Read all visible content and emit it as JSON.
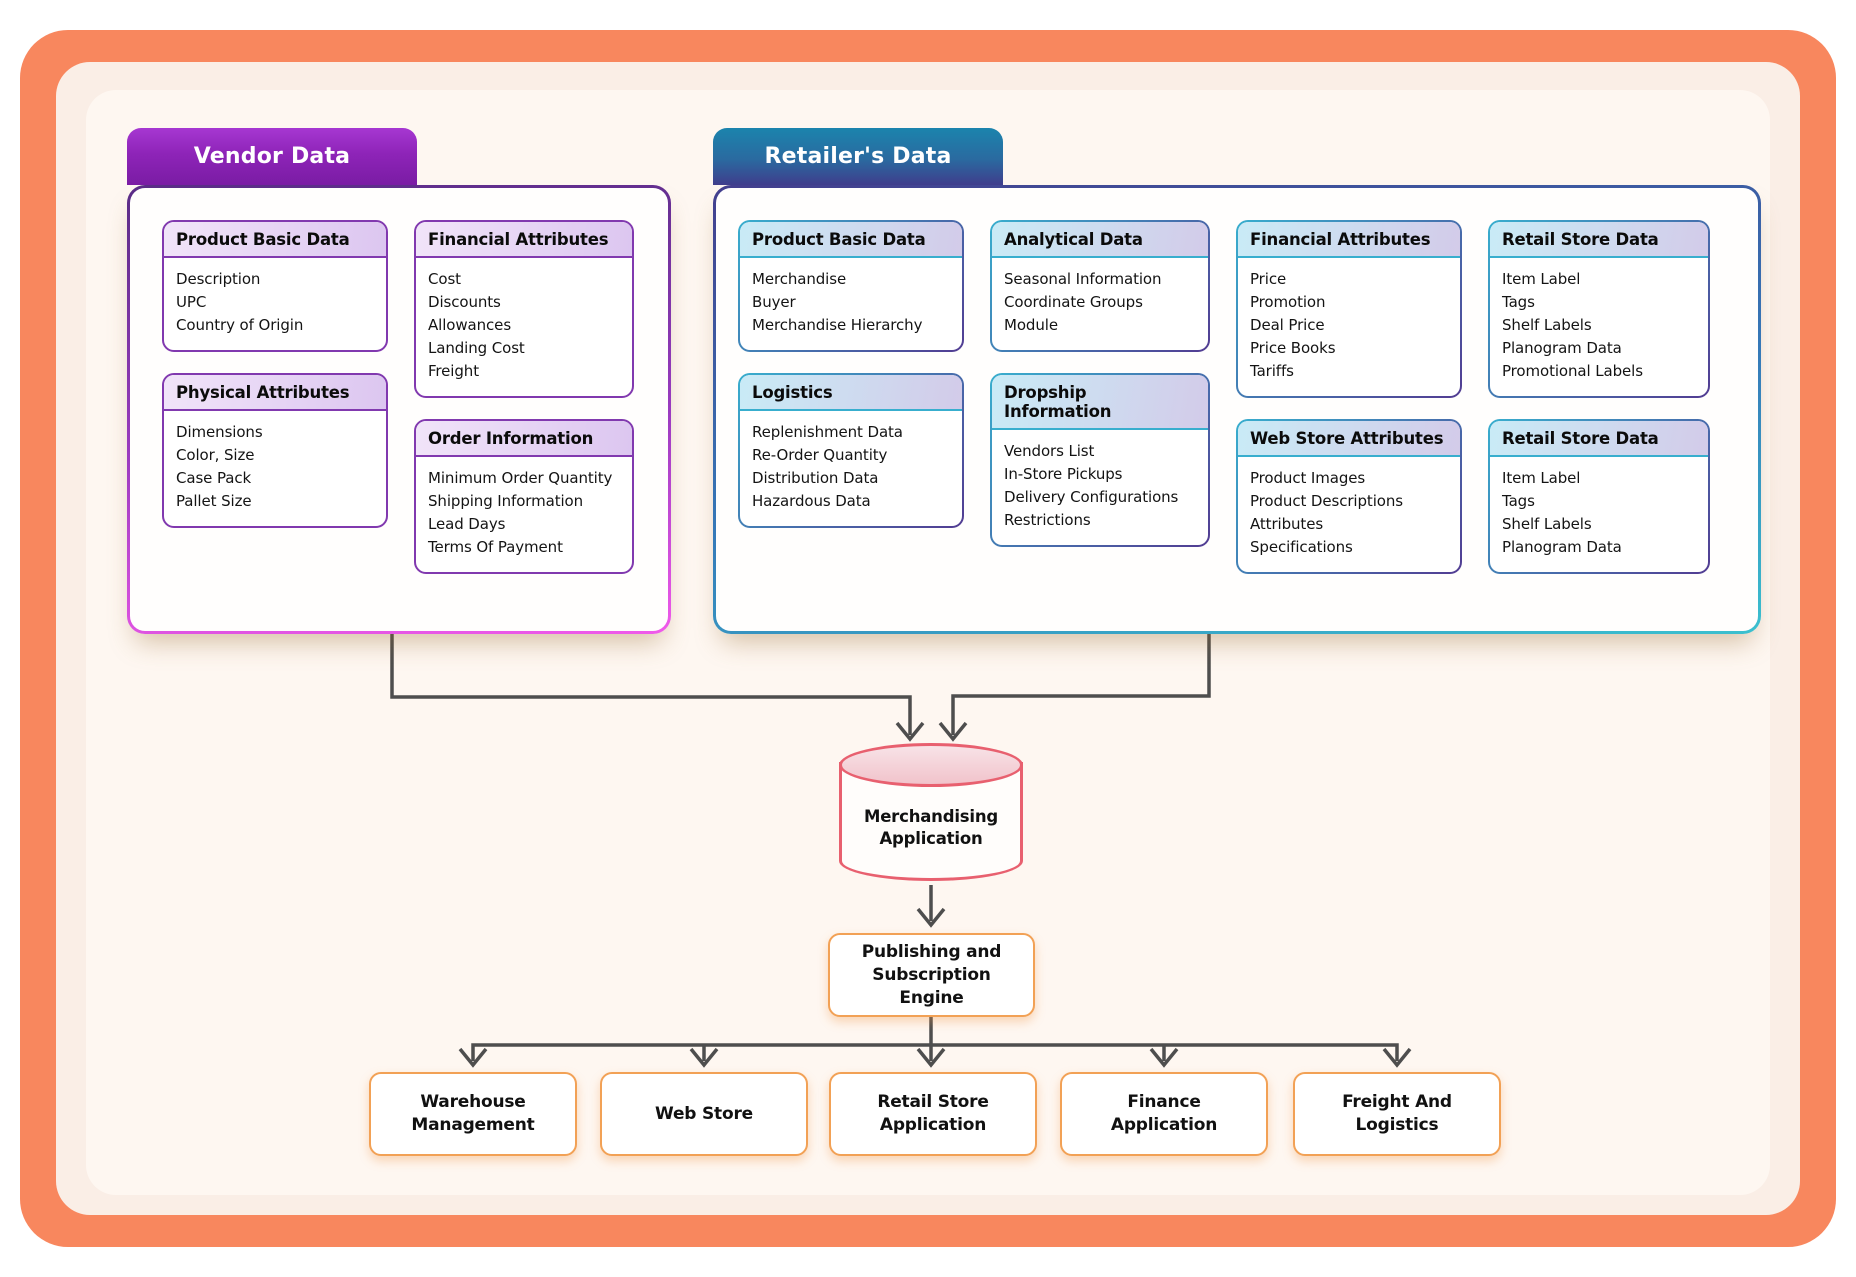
{
  "vendor": {
    "tab": "Vendor Data",
    "columns": [
      {
        "cards": [
          {
            "title": "Product Basic Data",
            "items": [
              "Description",
              "UPC",
              "Country of Origin"
            ]
          },
          {
            "title": "Physical Attributes",
            "items": [
              "Dimensions",
              "Color, Size",
              "Case Pack",
              "Pallet Size"
            ]
          }
        ]
      },
      {
        "cards": [
          {
            "title": "Financial Attributes",
            "items": [
              "Cost",
              "Discounts",
              "Allowances",
              "Landing Cost",
              "Freight"
            ]
          },
          {
            "title": "Order Information",
            "items": [
              "Minimum Order Quantity",
              "Shipping Information",
              "Lead Days",
              "Terms Of Payment"
            ]
          }
        ]
      }
    ]
  },
  "retailer": {
    "tab": "Retailer's Data",
    "columns": [
      {
        "cards": [
          {
            "title": "Product Basic Data",
            "items": [
              "Merchandise",
              "Buyer",
              "Merchandise Hierarchy"
            ]
          },
          {
            "title": "Logistics",
            "items": [
              "Replenishment Data",
              "Re-Order Quantity",
              "Distribution Data",
              "Hazardous Data"
            ]
          }
        ]
      },
      {
        "cards": [
          {
            "title": "Analytical Data",
            "items": [
              "Seasonal Information",
              "Coordinate Groups",
              "Module"
            ]
          },
          {
            "title": "Dropship Information",
            "items": [
              "Vendors List",
              "In-Store Pickups",
              "Delivery Configurations",
              "Restrictions"
            ]
          }
        ]
      },
      {
        "cards": [
          {
            "title": "Financial Attributes",
            "items": [
              "Price",
              "Promotion",
              "Deal Price",
              "Price Books",
              "Tariffs"
            ]
          },
          {
            "title": "Web Store Attributes",
            "items": [
              "Product Images",
              "Product Descriptions",
              "Attributes",
              "Specifications"
            ]
          }
        ]
      },
      {
        "cards": [
          {
            "title": "Retail Store Data",
            "items": [
              "Item Label",
              "Tags",
              "Shelf Labels",
              "Planogram Data",
              "Promotional Labels"
            ]
          },
          {
            "title": "Retail Store Data",
            "items": [
              "Item Label",
              "Tags",
              "Shelf Labels",
              "Planogram Data"
            ]
          }
        ]
      }
    ]
  },
  "flow": {
    "database_label": "Merchandising Application",
    "engine_label": "Publishing and Subscription Engine",
    "apps": [
      "Warehouse Management",
      "Web Store",
      "Retail Store Application",
      "Finance Application",
      "Freight And Logistics"
    ]
  },
  "colors": {
    "frame_orange": "#F8875E",
    "vendor_purple": "#8E24B8",
    "vendor_border_magenta": "#F05AEA",
    "retailer_teal": "#1B84AD",
    "retailer_indigo": "#3F3D8C",
    "card_border_purple": "#8139AF",
    "card_border_cyan": "#38AECE",
    "cylinder_pink": "#E8606F",
    "process_box_orange": "#F2A155",
    "connector_gray": "#4E4E4E"
  }
}
